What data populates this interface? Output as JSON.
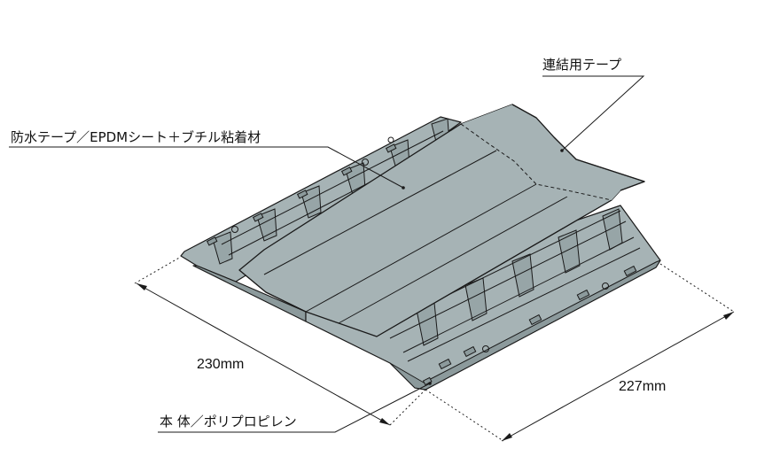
{
  "labels": {
    "connecting_tape": "連結用テープ",
    "waterproof_tape": "防水テープ／EPDMシート＋ブチル粘着材",
    "body_material": "本 体／ポリプロピレン"
  },
  "dimensions": {
    "length": "230mm",
    "width": "227mm"
  },
  "colors": {
    "panel": "#a6b3b5",
    "panel_dark": "#8c9a9c",
    "panel_shade": "#97a5a7",
    "outline": "#1a1a1a"
  }
}
